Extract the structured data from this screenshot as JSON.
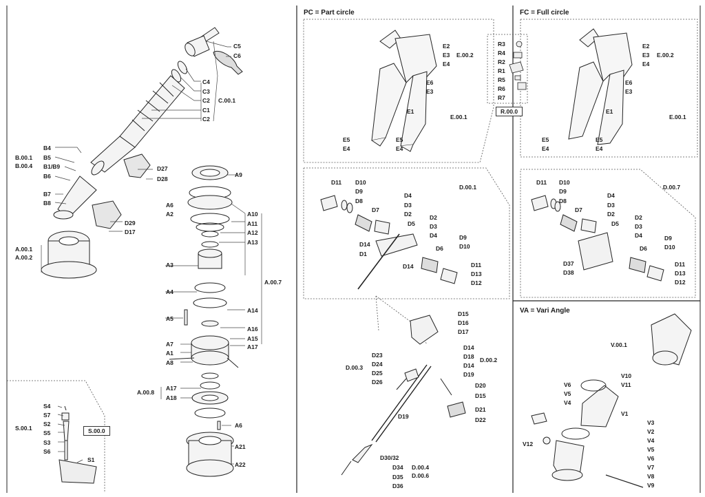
{
  "sections": {
    "pc": "PC = Part circle",
    "fc": "FC = Full circle",
    "va": "VA = Vari Angle"
  },
  "groups": {
    "c001": "C.00.1",
    "b001": "B.00.1",
    "b004": "B.00.4",
    "a001": "A.00.1",
    "a002": "A.00.2",
    "a007": "A.00.7",
    "a008": "A.00.8",
    "s001": "S.00.1",
    "s000": "S.00.0",
    "e002_pc": "E.00.2",
    "e001_pc": "E.00.1",
    "r000": "R.00.0",
    "e002_fc": "E.00.2",
    "e001_fc": "E.00.1",
    "d001": "D.00.1",
    "d007": "D.00.7",
    "d002": "D.00.2",
    "d003": "D.00.3",
    "d004": "D.00.4",
    "d006": "D.00.6",
    "v001": "V.00.1"
  },
  "parts": {
    "c5": "C5",
    "c6": "C6",
    "c4": "C4",
    "c3": "C3",
    "c2a": "C2",
    "c1": "C1",
    "c2b": "C2",
    "b4": "B4",
    "b5": "B5",
    "b1b9": "B1/B9",
    "b6": "B6",
    "b7": "B7",
    "b8": "B8",
    "d27": "D27",
    "d28": "D28",
    "d29": "D29",
    "d17a": "D17",
    "a9": "A9",
    "a6a": "A6",
    "a2": "A2",
    "a10": "A10",
    "a11": "A11",
    "a12": "A12",
    "a13": "A13",
    "a3": "A3",
    "a4": "A4",
    "a14": "A14",
    "a5": "A5",
    "a16": "A16",
    "a15": "A15",
    "a7": "A7",
    "a1": "A1",
    "a17a": "A17",
    "a8": "A8",
    "a17b": "A17",
    "a18": "A18",
    "a6b": "A6",
    "a21": "A21",
    "a22": "A22",
    "s4": "S4",
    "s7": "S7",
    "s2": "S2",
    "s5": "S5",
    "s3": "S3",
    "s6": "S6",
    "s1": "S1",
    "pc_e2": "E2",
    "pc_e3a": "E3",
    "pc_e4a": "E4",
    "pc_e6": "E6",
    "pc_e3b": "E3",
    "pc_e1": "E1",
    "pc_e5a": "E5",
    "pc_e4b": "E4",
    "pc_e5b": "E5",
    "pc_e4c": "E4",
    "r3": "R3",
    "r4": "R4",
    "r2": "R2",
    "r1": "R1",
    "r5": "R5",
    "r6": "R6",
    "r7": "R7",
    "fc_e2": "E2",
    "fc_e3a": "E3",
    "fc_e4a": "E4",
    "fc_e6": "E6",
    "fc_e3b": "E3",
    "fc_e1": "E1",
    "fc_e5a": "E5",
    "fc_e4b": "E4",
    "fc_e5b": "E5",
    "fc_e4c": "E4",
    "pc_d11": "D11",
    "pc_d10a": "D10",
    "pc_d9a": "D9",
    "pc_d8": "D8",
    "pc_d7": "D7",
    "pc_d4a": "D4",
    "pc_d3a": "D3",
    "pc_d2a": "D2",
    "pc_d5": "D5",
    "pc_d2b": "D2",
    "pc_d3b": "D3",
    "pc_d4b": "D4",
    "pc_d14a": "D14",
    "pc_d1": "D1",
    "pc_d14b": "D14",
    "pc_d6": "D6",
    "pc_d9b": "D9",
    "pc_d10b": "D10",
    "pc_d11b": "D11",
    "pc_d13": "D13",
    "pc_d12": "D12",
    "fc_d11": "D11",
    "fc_d10a": "D10",
    "fc_d9a": "D9",
    "fc_d8": "D8",
    "fc_d7": "D7",
    "fc_d4a": "D4",
    "fc_d3a": "D3",
    "fc_d2a": "D2",
    "fc_d5": "D5",
    "fc_d2b": "D2",
    "fc_d3b": "D3",
    "fc_d4b": "D4",
    "fc_d6": "D6",
    "fc_d37": "D37",
    "fc_d38": "D38",
    "fc_d9b": "D9",
    "fc_d10b": "D10",
    "fc_d11b": "D11",
    "fc_d13": "D13",
    "fc_d12": "D12",
    "d15a": "D15",
    "d16": "D16",
    "d17b": "D17",
    "d14c": "D14",
    "d18": "D18",
    "d14d": "D14",
    "d19a": "D19",
    "d23": "D23",
    "d24": "D24",
    "d25": "D25",
    "d26": "D26",
    "d20": "D20",
    "d15b": "D15",
    "d19b": "D19",
    "d21": "D21",
    "d22": "D22",
    "d3032": "D30/32",
    "d34": "D34",
    "d35": "D35",
    "d36": "D36",
    "v10": "V10",
    "v11": "V11",
    "v6a": "V6",
    "v5a": "V5",
    "v4a": "V4",
    "v1": "V1",
    "v3": "V3",
    "v2": "V2",
    "v12": "V12",
    "v4b": "V4",
    "v5b": "V5",
    "v6b": "V6",
    "v7": "V7",
    "v8": "V8",
    "v9": "V9"
  }
}
